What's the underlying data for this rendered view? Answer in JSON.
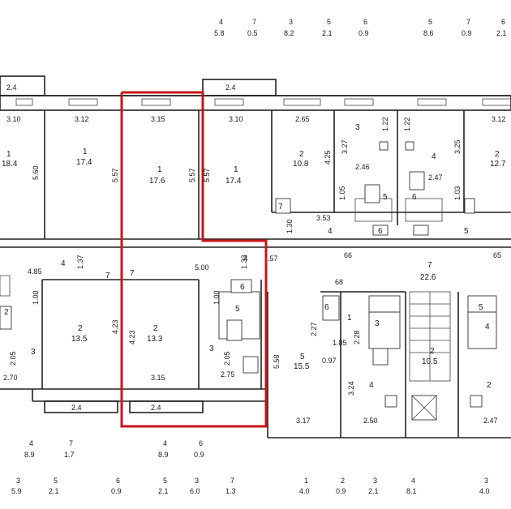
{
  "top_labels": [
    {
      "n": "4",
      "v": "5.8"
    },
    {
      "n": "7",
      "v": "0.5"
    },
    {
      "n": "3",
      "v": "8.2"
    },
    {
      "n": "5",
      "v": "2.1"
    },
    {
      "n": "6",
      "v": "0.9"
    },
    {
      "n": "5",
      "v": "8.6"
    },
    {
      "n": "7",
      "v": "0.9"
    },
    {
      "n": "6",
      "v": "2.1"
    }
  ],
  "bottom_labels_row1": [
    {
      "n": "4",
      "v": "8.9"
    },
    {
      "n": "7",
      "v": "1.7"
    },
    {
      "n": "4",
      "v": "8.9"
    },
    {
      "n": "6",
      "v": "0.9"
    }
  ],
  "bottom_labels_row2": [
    {
      "n": "3",
      "v": "5.9"
    },
    {
      "n": "5",
      "v": "2.1"
    },
    {
      "n": "6",
      "v": "0.9"
    },
    {
      "n": "5",
      "v": "2.1"
    },
    {
      "n": "3",
      "v": "6.0"
    },
    {
      "n": "7",
      "v": "1.3"
    },
    {
      "n": "1",
      "v": "4.0"
    },
    {
      "n": "2",
      "v": "0.9"
    },
    {
      "n": "3",
      "v": "2.1"
    },
    {
      "n": "4",
      "v": "8.1"
    },
    {
      "n": "3",
      "v": "4.0"
    }
  ],
  "rooms": [
    {
      "n": "1",
      "v": "18.4"
    },
    {
      "n": "1",
      "v": "17.4"
    },
    {
      "n": "1",
      "v": "17.6"
    },
    {
      "n": "1",
      "v": "17.4"
    },
    {
      "n": "2",
      "v": "10.8"
    },
    {
      "n": "2",
      "v": "12.7"
    },
    {
      "n": "2",
      "v": "13.5"
    },
    {
      "n": "2",
      "v": "13.3"
    },
    {
      "n": "5",
      "v": "15.5"
    },
    {
      "n": "7",
      "v": "22.6"
    },
    {
      "n": "2",
      "v": "10.5"
    }
  ],
  "dims": [
    "2.4",
    "2.4",
    "3.10",
    "3.12",
    "3.15",
    "3.10",
    "2.65",
    "1.22",
    "1.22",
    "3.12",
    "5.60",
    "5.57",
    "5.57",
    "5.57",
    "4.25",
    "3.27",
    "2.46",
    "2.47",
    "3.25",
    "1.05",
    "1.03",
    "3.53",
    "1.30",
    "4.85",
    "1.37",
    "5.00",
    "1.33",
    "1.00",
    "1.00",
    "4.23",
    "4.23",
    "2.05",
    "2.05",
    "2.70",
    "2.75",
    "3.15",
    "2.4",
    "2.4",
    ".57",
    "68",
    "66",
    "65",
    "2.27",
    "2.28",
    "1.85",
    "0.97",
    "5.58",
    "3.24",
    "2.50",
    "3.17",
    "2.47"
  ],
  "marks": [
    "3",
    "4",
    "5",
    "6",
    "7",
    "7",
    "7",
    "4",
    "4",
    "4",
    "5",
    "3",
    "3",
    "1",
    "4",
    "2",
    "6",
    "6",
    "5",
    "5",
    "3",
    "4",
    "2",
    "6"
  ]
}
